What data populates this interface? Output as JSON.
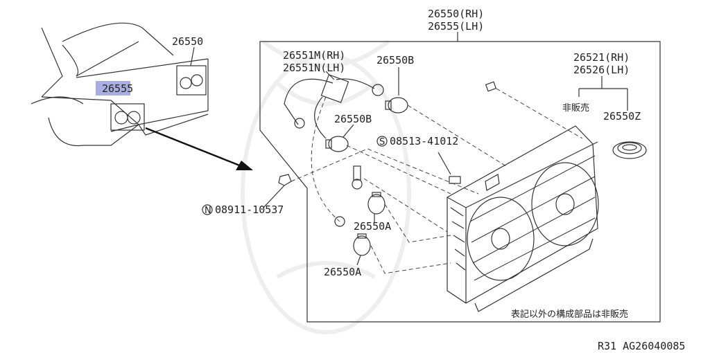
{
  "labels": {
    "top_rh": "26550(RH)",
    "top_lh": "26555(LH)",
    "car_26550": "26550",
    "car_26555": "26555",
    "wire_rh": "26551M(RH)",
    "wire_lh": "26551N(LH)",
    "bulb_b_top": "26550B",
    "bulb_b_mid": "26550B",
    "screw": "08513-41012",
    "screw_prefix": "S",
    "nut": "08911-10537",
    "nut_prefix": "N",
    "bulb_a_1": "26550A",
    "bulb_a_2": "26550A",
    "gasket_rh": "26521(RH)",
    "gasket_lh": "26526(LH)",
    "not_sold": "非販売",
    "lens_26550z": "26550Z",
    "footnote": "表記以外の構成部品は非販売",
    "ref_code": "R31  AG26040085"
  },
  "colors": {
    "highlight": "#a9aee0",
    "line": "#333333"
  }
}
